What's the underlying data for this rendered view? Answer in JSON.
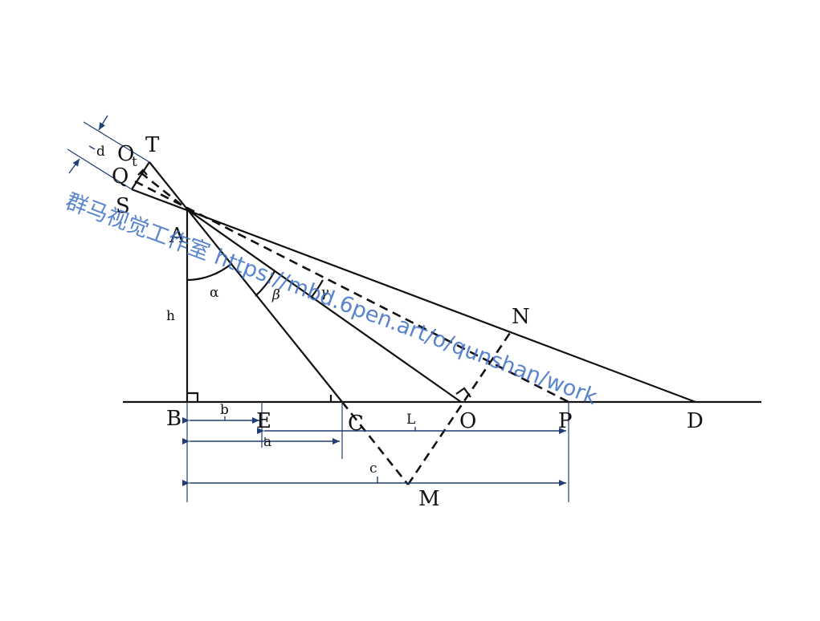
{
  "diagram": {
    "point_labels": {
      "T": "T",
      "Ot": "O",
      "Ot_sub": "t",
      "Q": "Q",
      "S": "S",
      "A": "A",
      "B": "B",
      "E": "E",
      "C": "C",
      "O": "O",
      "P": "P",
      "D": "D",
      "N": "N",
      "M": "M"
    },
    "dimension_labels": {
      "d": "d",
      "h": "h",
      "alpha": "α",
      "beta": "β",
      "gamma": "γ",
      "b": "b",
      "a": "a",
      "L": "L",
      "c": "c"
    }
  },
  "watermark": "群马视觉工作室 https://mbd.6pen.art/o/qunshan/work",
  "colors": {
    "line": "#111111",
    "dimension": "#1f3f75",
    "watermark": "#3d6fc6"
  }
}
